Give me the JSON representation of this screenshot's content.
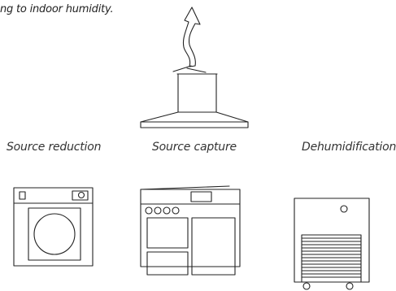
{
  "intro": {
    "text": "ng to indoor humidity."
  },
  "columns": [
    {
      "label": "Source reduction",
      "icon": "washing-machine-icon"
    },
    {
      "label": "Source capture",
      "icon": "range-hood-and-stove-icon"
    },
    {
      "label": "Dehumidification",
      "icon": "dehumidifier-icon"
    }
  ],
  "colors": {
    "line": "#222222",
    "background": "#ffffff"
  }
}
